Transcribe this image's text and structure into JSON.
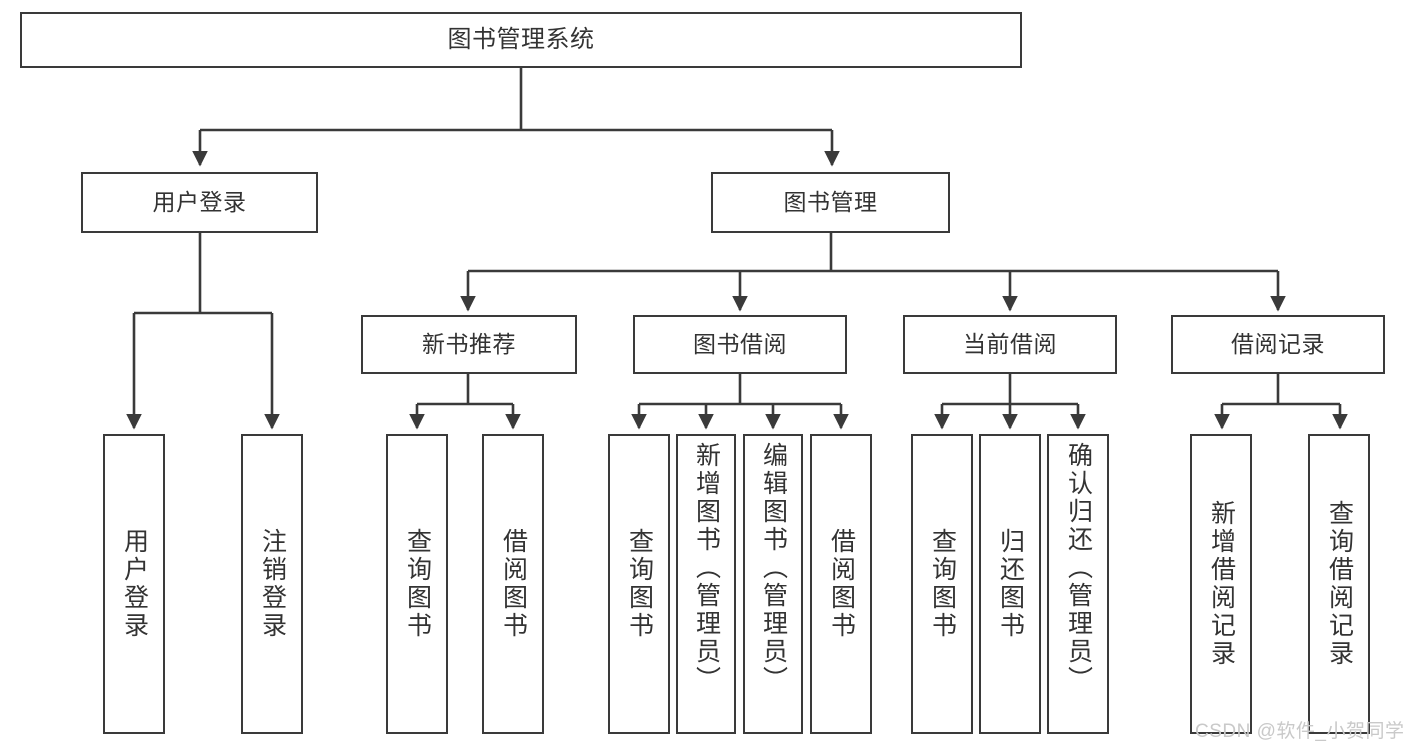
{
  "diagram": {
    "title": "图书管理系统",
    "watermark": "CSDN @软件_小贺同学",
    "colors": {
      "stroke": "#3a3a3a",
      "text": "#333333",
      "background": "#ffffff",
      "watermark": "#c9c9c9"
    },
    "nodes": {
      "root": {
        "label": "图书管理系统"
      },
      "level1": [
        {
          "id": "user-login",
          "label": "用户登录"
        },
        {
          "id": "book-manage",
          "label": "图书管理"
        }
      ],
      "level2": [
        {
          "id": "new-book-recommend",
          "label": "新书推荐"
        },
        {
          "id": "book-borrow",
          "label": "图书借阅"
        },
        {
          "id": "current-borrow",
          "label": "当前借阅"
        },
        {
          "id": "borrow-record",
          "label": "借阅记录"
        }
      ],
      "leaves": {
        "user_login": [
          {
            "id": "leaf-user-login",
            "label": "用户登录"
          },
          {
            "id": "leaf-logout-login",
            "label": "注销登录"
          }
        ],
        "new_book_recommend": [
          {
            "id": "leaf-query-book-1",
            "label": "查询图书"
          },
          {
            "id": "leaf-borrow-book-1",
            "label": "借阅图书"
          }
        ],
        "book_borrow": [
          {
            "id": "leaf-query-book-2",
            "label": "查询图书"
          },
          {
            "id": "leaf-add-book",
            "label": "新增图书（管理员）"
          },
          {
            "id": "leaf-edit-book",
            "label": "编辑图书（管理员）"
          },
          {
            "id": "leaf-borrow-book-2",
            "label": "借阅图书"
          }
        ],
        "current_borrow": [
          {
            "id": "leaf-query-book-3",
            "label": "查询图书"
          },
          {
            "id": "leaf-return-book",
            "label": "归还图书"
          },
          {
            "id": "leaf-confirm-return",
            "label": "确认归还（管理员）"
          }
        ],
        "borrow_record": [
          {
            "id": "leaf-add-record",
            "label": "新增借阅记录"
          },
          {
            "id": "leaf-query-record",
            "label": "查询借阅记录"
          }
        ]
      }
    }
  }
}
